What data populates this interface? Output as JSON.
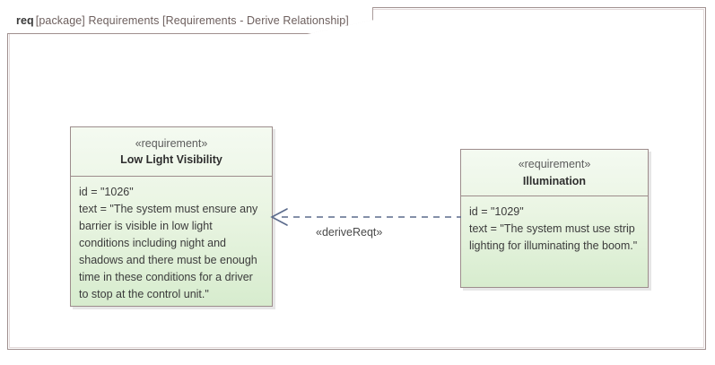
{
  "frame": {
    "kind": "req",
    "title": "[package] Requirements [Requirements - Derive Relationship]"
  },
  "blocks": [
    {
      "id": "low-light-visibility",
      "stereotype": "«requirement»",
      "name": "Low Light Visibility",
      "attributes": [
        "id = \"1026\"",
        "text = \"The system must ensure any barrier is visible in low light conditions including night and shadows and there must be enough time in these conditions for a driver to stop at the control unit.\""
      ]
    },
    {
      "id": "illumination",
      "stereotype": "«requirement»",
      "name": "Illumination",
      "attributes": [
        "id = \"1029\"",
        "text = \"The system must use strip lighting for illuminating the boom.\""
      ]
    }
  ],
  "connector": {
    "stereotype": "«deriveReqt»",
    "style": "dashed",
    "arrowhead": "open",
    "direction": "right-to-left",
    "source": "Illumination",
    "target": "Low Light Visibility",
    "color": "#5b6b8c"
  },
  "colors": {
    "frame_border": "#a0908f",
    "block_border": "#9d8d8c",
    "block_fill_top": "#f4faf1",
    "block_fill_bottom": "#d7ecce",
    "connector": "#5b6b8c",
    "canvas": "#ffffff"
  }
}
